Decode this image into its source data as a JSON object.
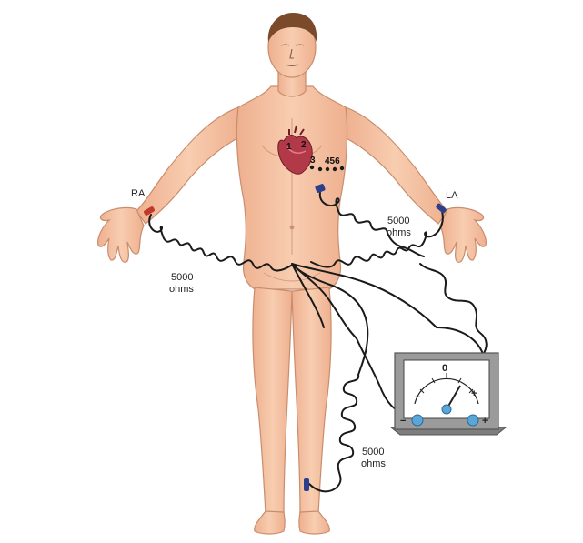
{
  "labels": {
    "ra": "RA",
    "la": "LA",
    "leads_numbers": "456",
    "heart_numbers": [
      "1",
      "2",
      "3"
    ],
    "resistor_right_arm": [
      "5000",
      "ohms"
    ],
    "resistor_left_arm": [
      "5000",
      "ohms"
    ],
    "resistor_leg": [
      "5000",
      "ohms"
    ]
  },
  "meter": {
    "zero_label": "0",
    "minus_symbol": "−",
    "plus_symbol": "+"
  },
  "colors": {
    "skin": "#f6c5a5",
    "skin_shadow": "#e6a483",
    "skin_outline": "#c98d6d",
    "hair": "#7a4a2b",
    "heart": "#b23a48",
    "wire": "#1a1a1a",
    "electrode_red": "#c0392b",
    "electrode_blue": "#2c3e8c",
    "meter_body": "#9b9b9b",
    "meter_face": "#ffffff",
    "terminal": "#5aa6d6"
  }
}
